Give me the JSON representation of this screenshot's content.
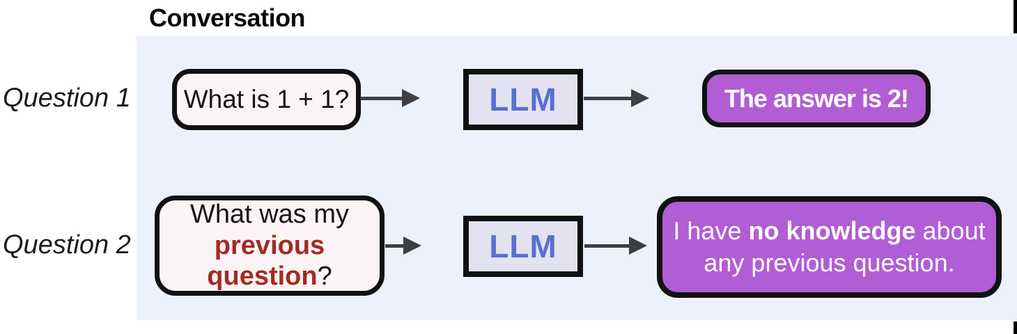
{
  "title": "Conversation",
  "colors": {
    "panel-bg": "#edf1fb",
    "question-fill": "#faf4f6",
    "llm-fill": "#e2e2f0",
    "llm-text": "#5a6fd2",
    "purple": "#b15dd5",
    "red": "#a42a20",
    "arrow": "#3e3e44",
    "border": "#111111"
  },
  "rows": [
    {
      "label": "Question 1",
      "question": {
        "text": "What is 1 + 1?"
      },
      "llm_label": "LLM",
      "answer": {
        "text": "The answer is 2!"
      }
    },
    {
      "label": "Question 2",
      "question": {
        "line1": "What was my",
        "highlight": "previous question",
        "suffix": "?"
      },
      "llm_label": "LLM",
      "answer": {
        "line1_pre": "I have ",
        "line1_bold": "no knowledge",
        "line1_post": " about",
        "line2": "any previous question."
      }
    }
  ]
}
